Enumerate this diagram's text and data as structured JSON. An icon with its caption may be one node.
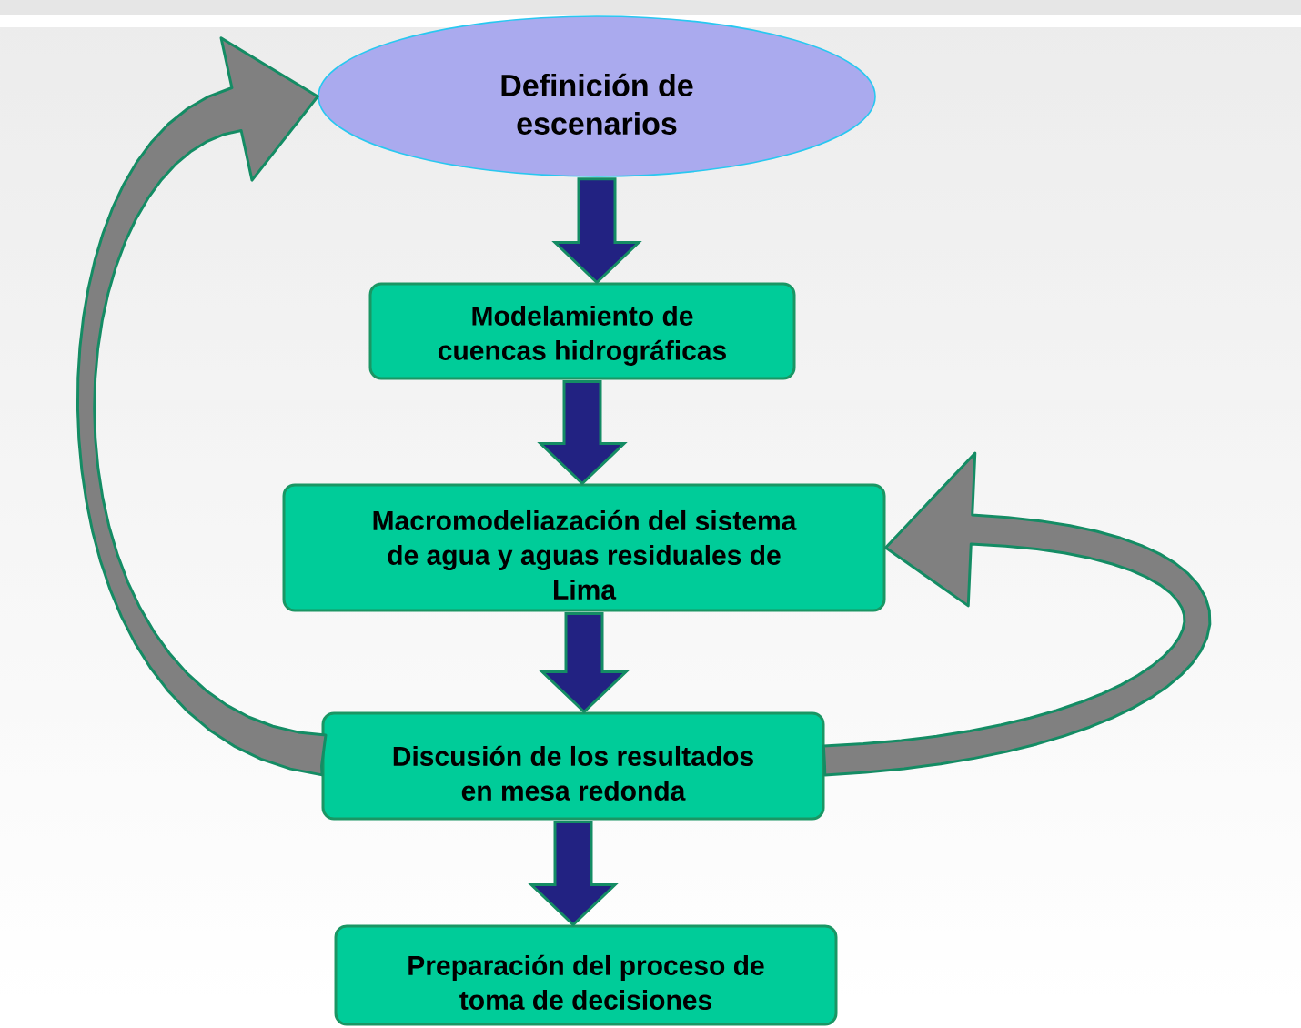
{
  "diagram": {
    "nodes": [
      {
        "text": [
          "Definición de escenarios"
        ]
      },
      {
        "text": [
          "Modelamiento de cuencas hidrográficas"
        ]
      },
      {
        "text": [
          "Macromodeliazación del sistema de agua y aguas residuales de Lima"
        ]
      },
      {
        "text": [
          "Discusión de los resultados en mesa redonda"
        ]
      },
      {
        "text": [
          "Preparación del proceso de toma de decisiones"
        ]
      }
    ],
    "edges": [
      {
        "from": 0,
        "to": 1,
        "arrow": "to"
      },
      {
        "from": 1,
        "to": 2,
        "arrow": "to"
      },
      {
        "from": 2,
        "to": 3,
        "arrow": "to"
      },
      {
        "from": 3,
        "to": 4,
        "arrow": "to"
      },
      {
        "from": 3,
        "to": 0,
        "arrow": "to",
        "color": "#808080"
      },
      {
        "from": 3,
        "to": 2,
        "arrow": "to",
        "color": "#808080"
      }
    ]
  }
}
